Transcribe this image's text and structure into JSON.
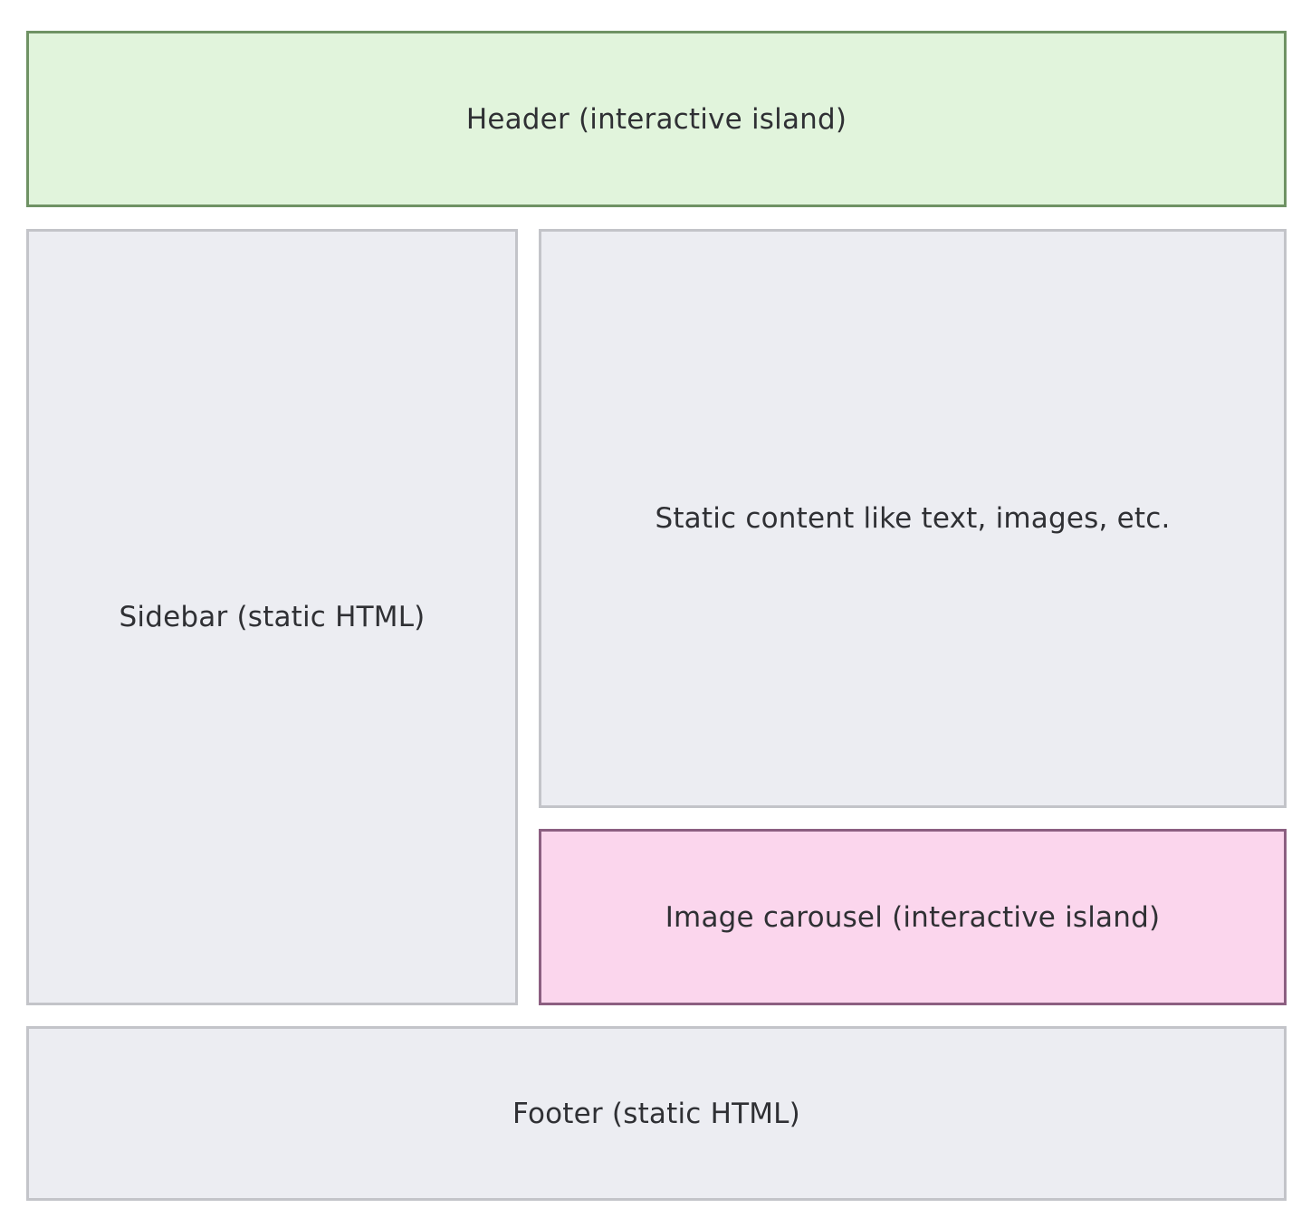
{
  "diagram": {
    "header": {
      "label": "Header (interactive island)",
      "kind": "interactive island",
      "fill": "#e1f4dc",
      "border": "#6f9264"
    },
    "sidebar": {
      "label": "Sidebar (static HTML)",
      "kind": "static HTML",
      "fill": "#ecedf2",
      "border": "#c3c4c9"
    },
    "main_content": {
      "label": "Static content like text, images, etc.",
      "kind": "static",
      "fill": "#ecedf2",
      "border": "#c3c4c9"
    },
    "carousel": {
      "label": "Image carousel (interactive island)",
      "kind": "interactive island",
      "fill": "#fbd6ed",
      "border": "#8c5f81"
    },
    "footer": {
      "label": "Footer (static HTML)",
      "kind": "static HTML",
      "fill": "#ecedf2",
      "border": "#c3c4c9"
    }
  }
}
